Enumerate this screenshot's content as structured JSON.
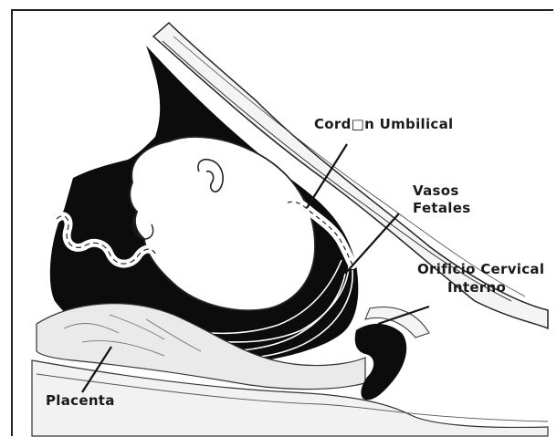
{
  "diagram": {
    "labels": {
      "cordon": "Cord□n Umbilical",
      "vasos_line1": "Vasos",
      "vasos_line2": "Fetales",
      "orificio_line1": "Orificio Cervical",
      "orificio_line2": "Interno",
      "placenta": "Placenta"
    }
  }
}
